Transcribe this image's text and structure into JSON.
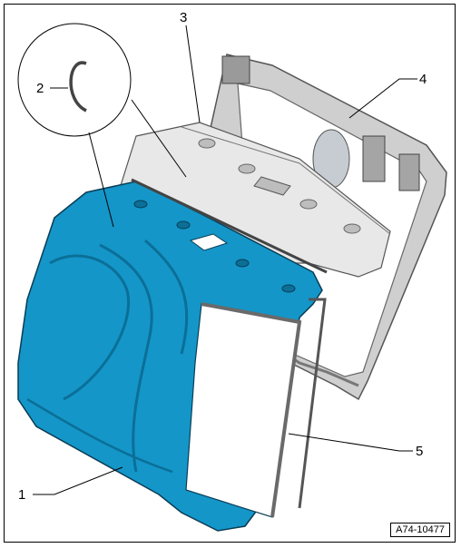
{
  "figure": {
    "reference_code": "A74-10477",
    "callouts": [
      {
        "id": "1",
        "label": "1"
      },
      {
        "id": "2",
        "label": "2"
      },
      {
        "id": "3",
        "label": "3"
      },
      {
        "id": "4",
        "label": "4"
      },
      {
        "id": "5",
        "label": "5"
      }
    ]
  },
  "colors": {
    "cushion_blue": "#1496c8",
    "cushion_shadow": "#0b6f98",
    "frame_gray": "#8c8c8c",
    "pad_light": "#dcdcdc"
  }
}
